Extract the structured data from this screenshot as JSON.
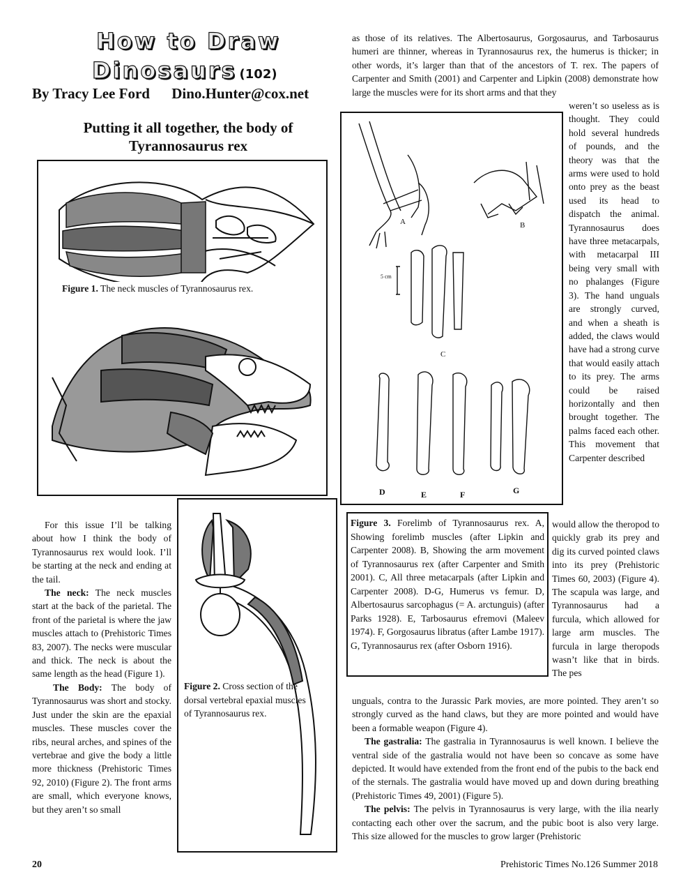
{
  "header": {
    "title_line1": "How to Draw",
    "title_line2": "Dinosaurs",
    "issue_number": "(102)",
    "byline": "By Tracy Lee Ford",
    "email": "Dino.Hunter@cox.net"
  },
  "section_heading": "Putting it all together, the body of Tyrannosaurus rex",
  "figures": {
    "fig1": {
      "label": "Figure 1.",
      "text": "The neck muscles of Tyrannosaurus rex."
    },
    "fig2": {
      "label": "Figure 2.",
      "text": "Cross section of the dorsal vertebral epaxial muscles of Tyrannosaurus rex."
    },
    "fig3": {
      "label": "Figure 3.",
      "text": "Forelimb of Tyrannosaurus rex. A, Showing forelimb muscles (after Lipkin and Carpenter 2008). B, Showing the arm movement of Tyrannosaurus rex (after Carpenter and Smith 2001). C, All three metacarpals (after Lipkin and Carpenter 2008). D-G, Humerus vs femur. D, Albertosaurus sarcophagus (= A. arctunguis) (after Parks 1928). E, Tarbosaurus efremovi (Maleev 1974). F, Gorgosaurus libratus (after Lambe 1917). G, Tyrannosaurus rex (after Osborn 1916).",
      "panel_labels": [
        "A",
        "B",
        "C",
        "D",
        "E",
        "F",
        "G"
      ],
      "scale_label": "5 cm"
    }
  },
  "left_column": {
    "p1": "For this issue I’ll be talking about how I think the body of Tyrannosaurus rex would look. I’ll be starting at the neck and ending at the tail.",
    "neck_heading": "The neck:",
    "neck_text": "The neck muscles start at the back of the parietal. The front of the parietal is where the jaw muscles attach to (Prehistoric Times 83, 2007). The necks were muscular and thick. The neck is about the same length as the head (Figure 1).",
    "body_heading": "The Body:",
    "body_text": "The body of Tyrannosaurus was short and stocky. Just under the skin are the epaxial muscles. These muscles cover the ribs, neural arches, and spines of the vertebrae and give the body a little more thickness (Prehistoric Times 92, 2010) (Figure 2). The front arms are small, which everyone knows, but they aren’t so small"
  },
  "right_column": {
    "top_text": "as those of its relatives. The Albertosaurus, Gorgosaurus, and Tarbosaurus humeri are thinner, whereas in Tyrannosaurus rex, the humerus is thicker; in other words, it’s larger than that of the ancestors of T. rex. The papers of Carpenter and Smith (2001) and Carpenter and Lipkin (2008) demonstrate how large the muscles were for its short arms and that they",
    "side_text_a": "weren’t so useless as is thought. They could hold several hundreds of pounds, and the theory was that the arms were used to hold onto prey as the beast used its head to dispatch the animal. Tyrannosaurus does have three metacarpals, with metacarpal III being very small with no phalanges (Figure 3). The hand unguals are strongly curved, and when a sheath is added, the claws would have had a strong curve that would easily attach to its prey. The arms could be raised horizontally and then brought together. The palms faced each other. This movement that Carpenter described",
    "side_text_b": "would allow the theropod to quickly grab its prey and dig its curved pointed claws into its prey (Prehistoric Times 60, 2003) (Figure 4). The scapula was large, and Tyrannosaurus had a furcula, which allowed for large arm muscles. The furcula in large theropods wasn’t like that in birds. The pes",
    "bottom_text": "unguals, contra to the Jurassic Park movies, are more pointed. They aren’t so strongly curved as the hand claws, but they are more pointed and would have been a formable weapon (Figure 4).",
    "gastralia_heading": "The gastralia:",
    "gastralia_text": "The gastralia in Tyrannosaurus is well known. I believe the ventral side of the gastralia would not have been so concave as some have depicted. It would have extended from the front end of the pubis to the back end of the sternals. The gastralia would have moved up and down during breathing (Prehistoric Times 49, 2001) (Figure 5).",
    "pelvis_heading": "The pelvis:",
    "pelvis_text": "The pelvis in Tyrannosaurus is very large, with the ilia nearly contacting each other over the sacrum, and the pubic boot is also very large. This size allowed for the muscles to grow larger (Prehistoric"
  },
  "footer": {
    "page_number": "20",
    "publication": "Prehistoric Times No.126 Summer 2018"
  }
}
